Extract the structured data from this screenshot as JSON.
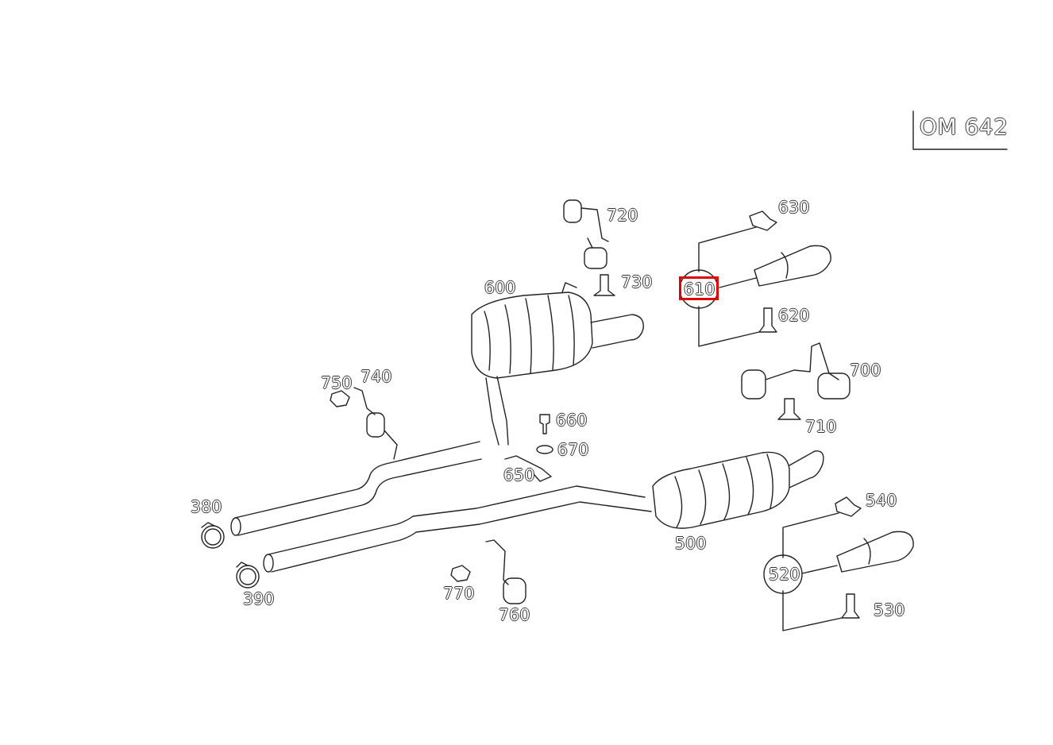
{
  "engine_code": "OM 642",
  "highlight_color": "#e00000",
  "highlighted_part": "610",
  "parts": {
    "p380": "380",
    "p390": "390",
    "p500": "500",
    "p520": "520",
    "p530": "530",
    "p540": "540",
    "p600": "600",
    "p610": "610",
    "p620": "620",
    "p630": "630",
    "p650": "650",
    "p660": "660",
    "p670": "670",
    "p700": "700",
    "p710": "710",
    "p720": "720",
    "p730": "730",
    "p740": "740",
    "p750": "750",
    "p760": "760",
    "p770": "770"
  }
}
